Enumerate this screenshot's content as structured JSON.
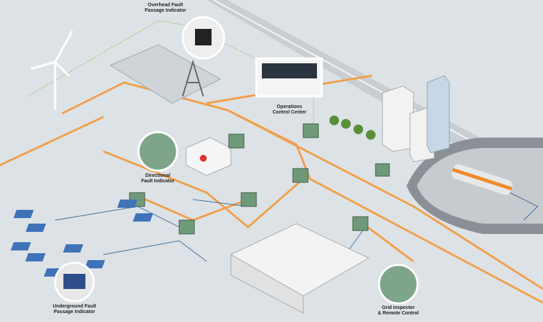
{
  "labels": {
    "overhead_fpi": "Overhead Fault\nPassage Indicator",
    "operations_center": "Operations\nControl Center",
    "directional_fi": "Directional\nFault Indicator",
    "underground_fpi": "Underground Fault\nPassage Indicator",
    "grid_inspector": "Grid Inspector\n& Remote Control"
  },
  "colors": {
    "background": "#dde2e6",
    "power_line": "#f0a04b",
    "comm_link": "#8cc152",
    "network_line": "#3b6e9c",
    "cabinet": "#6f9a7a"
  }
}
